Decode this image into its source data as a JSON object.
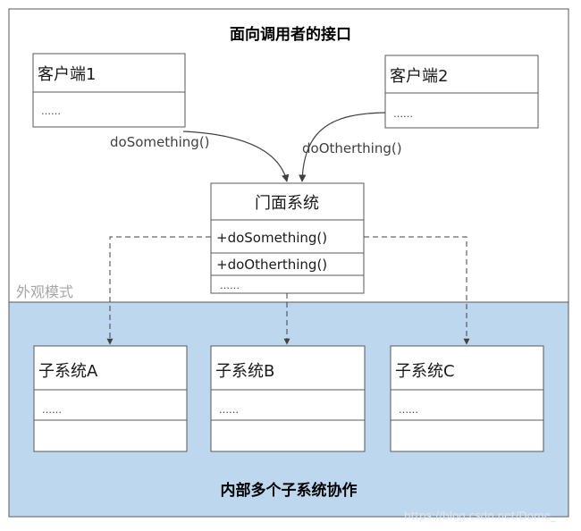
{
  "diagram": {
    "top_title": "面向调用者的接口",
    "bottom_title": "内部多个子系统协作",
    "region_label": "外观模式",
    "clients": [
      {
        "name": "客户端1",
        "body": "……"
      },
      {
        "name": "客户端2",
        "body": "……"
      }
    ],
    "calls": [
      "doSomething()",
      "doOtherthing()"
    ],
    "facade": {
      "name": "门面系统",
      "methods": [
        "+doSomething()",
        "+doOtherthing()"
      ],
      "body": "……"
    },
    "subsystems": [
      {
        "name": "子系统A",
        "body": "……"
      },
      {
        "name": "子系统B",
        "body": "……"
      },
      {
        "name": "子系统C",
        "body": "……"
      }
    ],
    "watermark": "https://blog.csdn.net/Dome_"
  },
  "colors": {
    "subsystem_region": "#bdd7ee",
    "border": "#595959",
    "region_label": "#a6a6a6"
  }
}
